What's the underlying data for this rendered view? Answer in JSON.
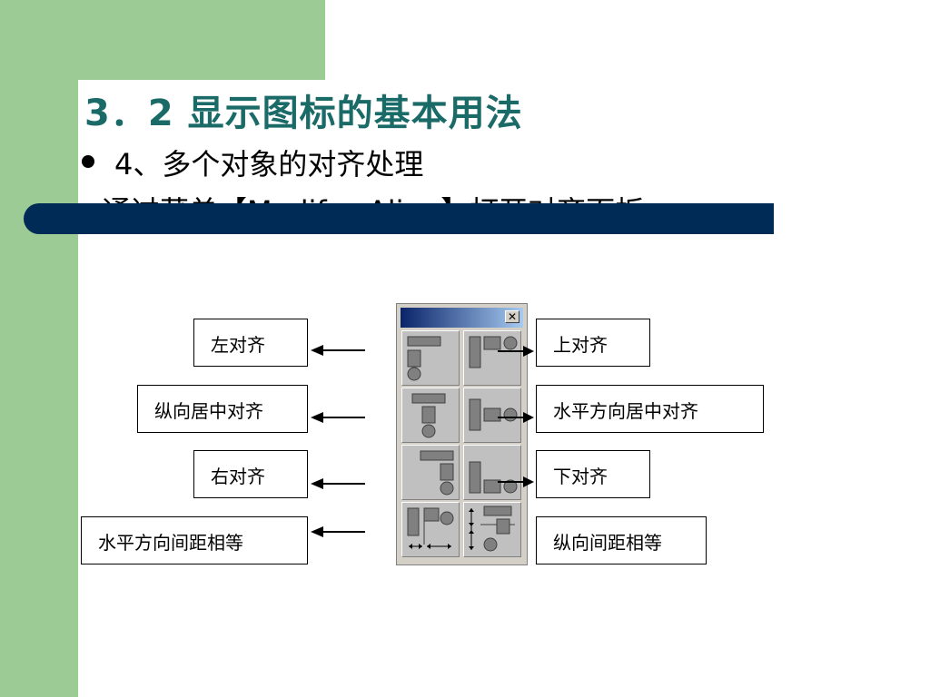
{
  "slide": {
    "title": "3．2  显示图标的基本用法",
    "bullet": "4、多个对象的对齐处理",
    "partial_line": "通过菜单【Modify→Align】打开对齐面板"
  },
  "labels": {
    "left_align": "左对齐",
    "vcenter_align": "纵向居中对齐",
    "right_align": "右对齐",
    "hspace_equal": "水平方向间距相等",
    "top_align": "上对齐",
    "hcenter_align": "水平方向居中对齐",
    "bottom_align": "下对齐",
    "vspace_equal": "纵向间距相等"
  },
  "panel": {
    "close_glyph": "✕"
  },
  "colors": {
    "green_band": "#9dcb95",
    "title": "#1a6a67",
    "navy_bar": "#002b57",
    "panel_title_start": "#0a246a",
    "panel_title_end": "#a6caf0"
  }
}
